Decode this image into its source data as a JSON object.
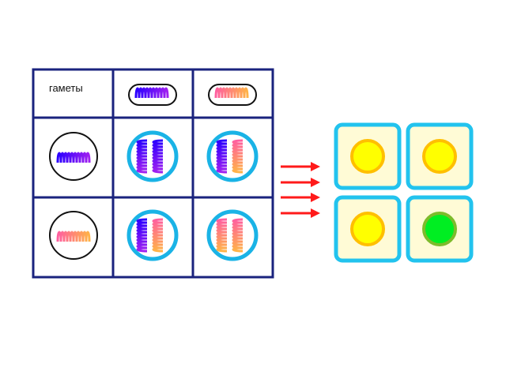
{
  "punnett": {
    "header_label": "гаметы",
    "gametes_top": [
      "dark",
      "light"
    ],
    "gametes_left": [
      "dark",
      "light"
    ],
    "offspring": [
      [
        "dark-dark",
        "dark-light"
      ],
      [
        "dark-light",
        "light-light"
      ]
    ]
  },
  "arrows": {
    "count": 4
  },
  "phenotypes": [
    "yellow",
    "yellow",
    "yellow",
    "green"
  ],
  "colors": {
    "grid_line": "#1a237e",
    "cell_ring": "#1ab3e6",
    "chromosome_dark": [
      "#2b00ff",
      "#a020f0"
    ],
    "chromosome_light": [
      "#ff5fa0",
      "#ffb347"
    ],
    "arrow": "#ff1a1a",
    "pea_tile_bg": "#fffbd6",
    "pea_tile_border": "#22c3ee",
    "pea_yellow_fill": "#ffff00",
    "pea_yellow_ring": "#ffbf00",
    "pea_green_fill": "#00ee22",
    "pea_green_ring": "#7dbb2b"
  }
}
